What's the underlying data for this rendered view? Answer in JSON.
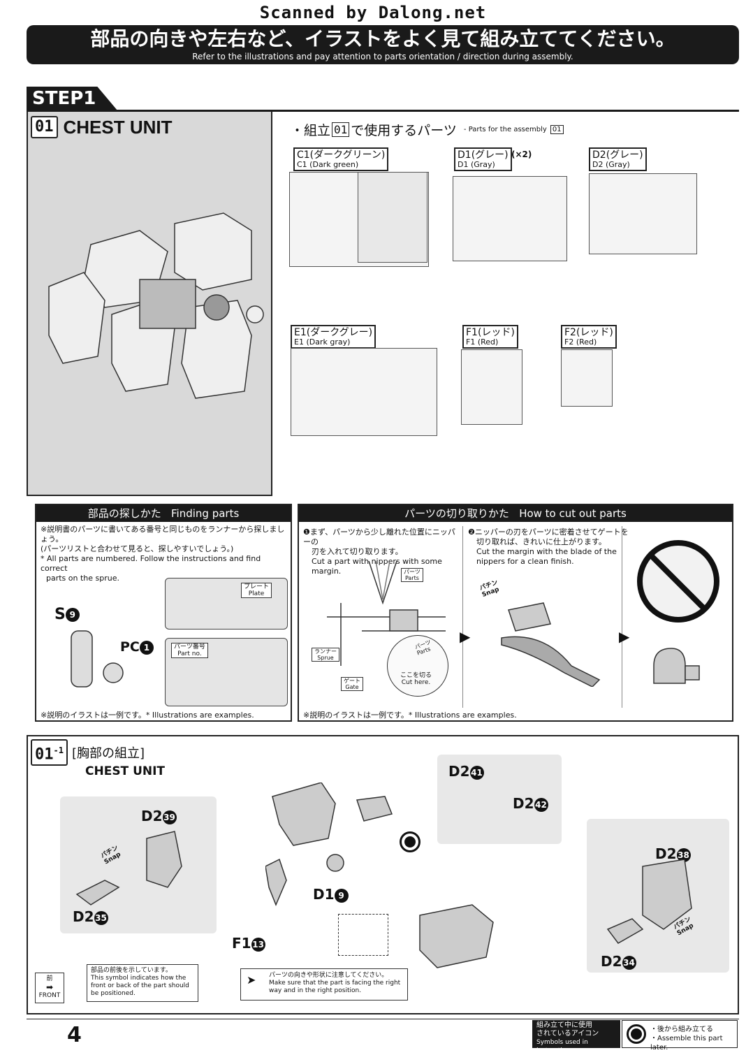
{
  "scan_credit": "Scanned by Dalong.net",
  "banner": {
    "jp": "部品の向きや左右など、イラストをよく見て組み立ててください。",
    "en": "Refer to the illustrations and pay attention to parts orientation / direction during assembly."
  },
  "step": "STEP1",
  "section01": {
    "num": "01",
    "title": "CHEST UNIT",
    "parts_heading_jp": "・組立",
    "parts_heading_num": "01",
    "parts_heading_jp2": "で使用するパーツ",
    "parts_heading_en": "- Parts for the assembly",
    "parts_heading_en_num": "01"
  },
  "runners": [
    {
      "jp": "C1(ダークグリーン)",
      "en": "C1 (Dark green)",
      "mult": ""
    },
    {
      "jp": "D1(グレー)",
      "en": "D1 (Gray)",
      "mult": "(×2)"
    },
    {
      "jp": "D2(グレー)",
      "en": "D2 (Gray)",
      "mult": ""
    },
    {
      "jp": "E1(ダークグレー)",
      "en": "E1 (Dark gray)",
      "mult": ""
    },
    {
      "jp": "F1(レッド)",
      "en": "F1 (Red)",
      "mult": ""
    },
    {
      "jp": "F2(レッド)",
      "en": "F2 (Red)",
      "mult": ""
    }
  ],
  "finding": {
    "header_jp": "部品の探しかた",
    "header_en": "Finding parts",
    "note_jp1": "※説明書のパーツに書いてある番号と同じものをランナーから探しましょう。",
    "note_jp2": "(パーツリストと合わせて見ると、探しやすいでしょう。)",
    "note_en1": "* All parts are numbered. Follow the instructions and find correct",
    "note_en2": "parts on the sprue.",
    "label_s": "S",
    "label_s_num": "9",
    "label_pc": "PC",
    "label_pc_num": "1",
    "plate_jp": "プレート",
    "plate_en": "Plate",
    "partno_jp": "パーツ番号",
    "partno_en": "Part no.",
    "footer": "※説明のイラストは一例です。* Illustrations are examples."
  },
  "cutting": {
    "header_jp": "パーツの切り取りかた",
    "header_en": "How to cut out parts",
    "step1_jp1": "❶まず、パーツから少し離れた位置にニッパーの",
    "step1_jp2": "刃を入れて切り取ります。",
    "step1_en": "Cut a part with nippers with some margin.",
    "step2_jp1": "❷ニッパーの刃をパーツに密着させてゲートを",
    "step2_jp2": "切り取れば、きれいに仕上がります。",
    "step2_en1": "Cut the margin with the blade of the",
    "step2_en2": "nippers for a clean finish.",
    "parts_jp": "パーツ",
    "parts_en": "Parts",
    "sprue_jp": "ランナー",
    "sprue_en": "Sprue",
    "gate_jp": "ゲート",
    "gate_en": "Gate",
    "cut_jp": "ここを切る",
    "cut_en": "Cut here.",
    "zoom_parts_jp": "パーツ",
    "zoom_parts_en": "Parts",
    "snap_jp": "パチン",
    "snap_en": "Snap",
    "footer": "※説明のイラストは一例です。* Illustrations are examples."
  },
  "section011": {
    "num": "01",
    "sub": "-1",
    "title_jp": "[胸部の組立]",
    "title_en": "CHEST UNIT",
    "labels": {
      "d2_39": "D2",
      "n39": "39",
      "d2_35": "D2",
      "n35": "35",
      "f1_13": "F1",
      "n13": "13",
      "d1_9": "D1",
      "n9": "9",
      "d2_41": "D2",
      "n41": "41",
      "d2_42": "D2",
      "n42": "42",
      "d2_38": "D2",
      "n38": "38",
      "d2_34": "D2",
      "n34": "34"
    },
    "snap_jp": "パチン",
    "snap_en": "Snap",
    "front_jp": "前",
    "front_en": "FRONT",
    "front_note_jp": "部品の前後を示しています。",
    "front_note_en1": "This symbol indicates how the",
    "front_note_en2": "front or back of the part should",
    "front_note_en3": "be positioned.",
    "orient_note_jp": "パーツの向きや形状に注意してください。",
    "orient_note_en1": "Make sure that the part is facing the right",
    "orient_note_en2": "way and in the right position."
  },
  "footer": {
    "page": "4",
    "icons_jp1": "組み立て中に使用",
    "icons_jp2": "されているアイコン",
    "icons_en": "Symbols used in instructions",
    "later_jp": "・後から組み立てる",
    "later_en": "・Assemble this part later."
  }
}
